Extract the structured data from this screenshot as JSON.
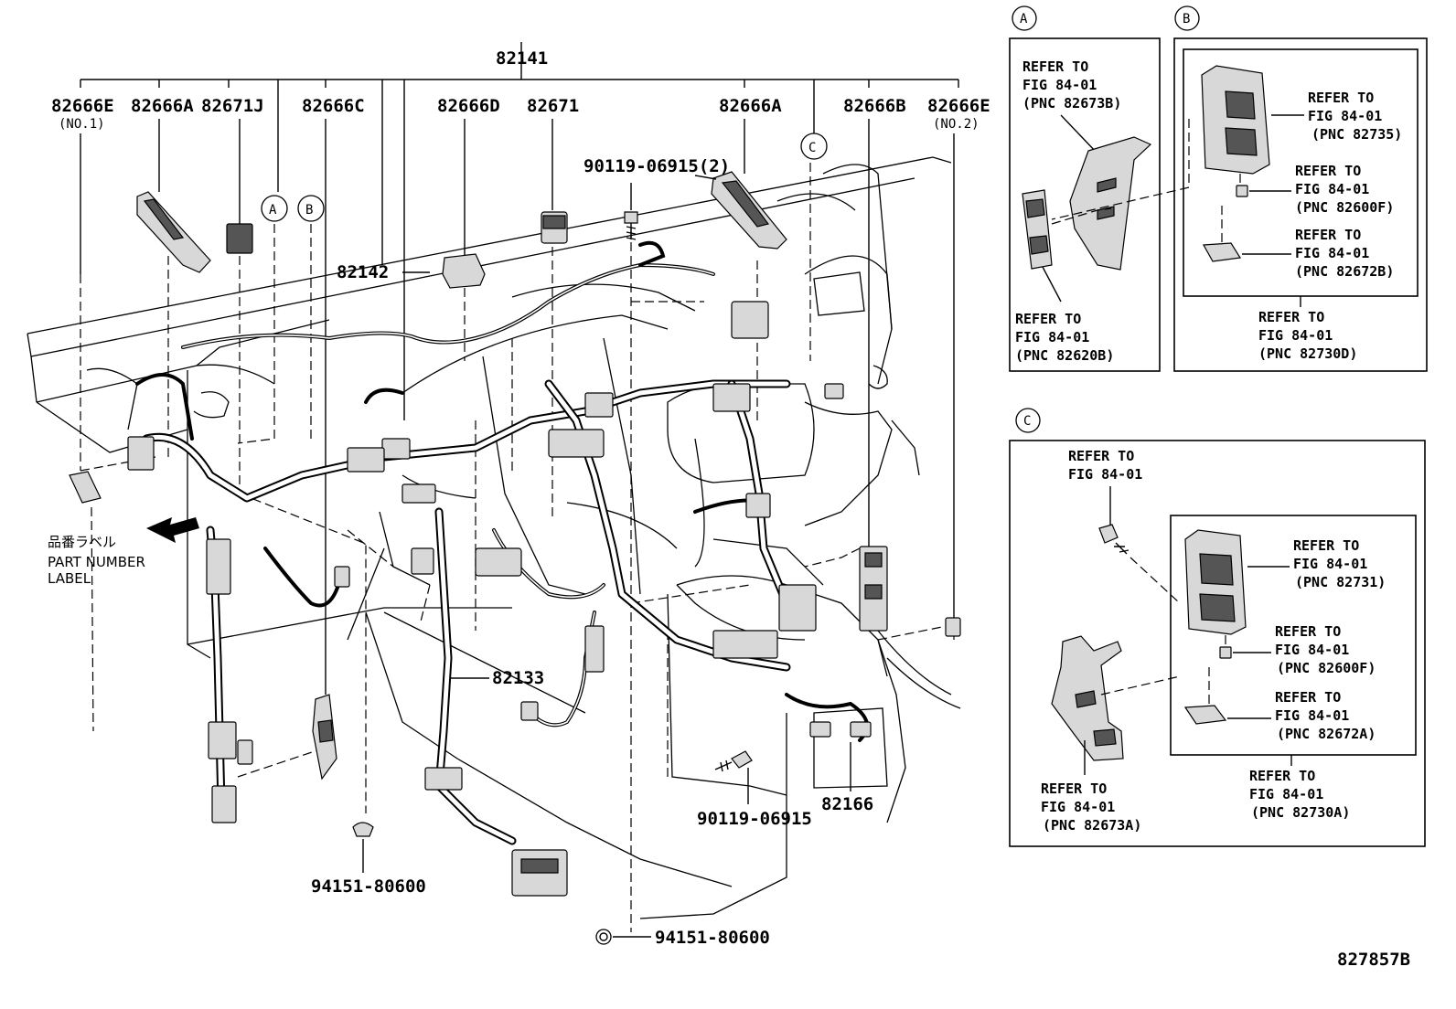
{
  "labels": {
    "p82141": "82141",
    "p82666E_1": "82666E",
    "p82666E_1_sub": "(NO.1)",
    "p82666A_left": "82666A",
    "p82671J": "82671J",
    "p82666C": "82666C",
    "p82666D": "82666D",
    "p82671": "82671",
    "p82666A_right": "82666A",
    "p82666B": "82666B",
    "p82666E_2": "82666E",
    "p82666E_2_sub": "(NO.2)",
    "bolt_top": "90119-06915(2)",
    "p82142": "82142",
    "p82133": "82133",
    "bolt_bottom": "90119-06915",
    "p82166": "82166",
    "clip_left": "94151-80600",
    "clip_bottom": "94151-80600",
    "label_jp": "品番ラベル",
    "label_en_1": "PART NUMBER",
    "label_en_2": "LABEL",
    "diagram_code": "827857B"
  },
  "callouts": {
    "a": "A",
    "b": "B",
    "c": "C"
  },
  "panel_a": {
    "tag": "A",
    "ref1": [
      "REFER TO",
      "FIG 84-01",
      "(PNC 82673B)"
    ],
    "ref2": [
      "REFER TO",
      "FIG 84-01",
      "(PNC 82620B)"
    ]
  },
  "panel_b": {
    "tag": "B",
    "ref1": [
      "REFER TO",
      "FIG 84-01",
      "(PNC 82735)"
    ],
    "ref2": [
      "REFER TO",
      "FIG 84-01",
      "(PNC 82600F)"
    ],
    "ref3": [
      "REFER TO",
      "FIG 84-01",
      "(PNC 82672B)"
    ],
    "ref4": [
      "REFER TO",
      "FIG 84-01",
      "(PNC 82730D)"
    ]
  },
  "panel_c": {
    "tag": "C",
    "ref1": [
      "REFER TO",
      "FIG 84-01"
    ],
    "ref2": [
      "REFER TO",
      "FIG 84-01",
      "(PNC 82731)"
    ],
    "ref3": [
      "REFER TO",
      "FIG 84-01",
      "(PNC 82600F)"
    ],
    "ref4": [
      "REFER TO",
      "FIG 84-01",
      "(PNC 82672A)"
    ],
    "ref5": [
      "REFER TO",
      "FIG 84-01",
      "(PNC 82730A)"
    ],
    "ref6": [
      "REFER TO",
      "FIG 84-01",
      "(PNC 82673A)"
    ]
  }
}
